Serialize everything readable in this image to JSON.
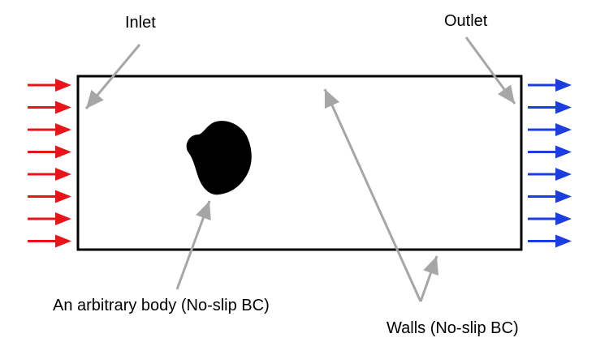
{
  "labels": {
    "inlet": "Inlet",
    "outlet": "Outlet",
    "body": "An arbitrary body (No-slip BC)",
    "walls": "Walls (No-slip BC)"
  },
  "colors": {
    "inflow_arrow": "#e8141a",
    "outflow_arrow": "#1c3de0",
    "pointer_arrow": "#a6a6a6",
    "domain_border": "#000000",
    "body_fill": "#000000"
  },
  "flow": {
    "inflow_arrow_count": 8,
    "outflow_arrow_count": 8
  }
}
